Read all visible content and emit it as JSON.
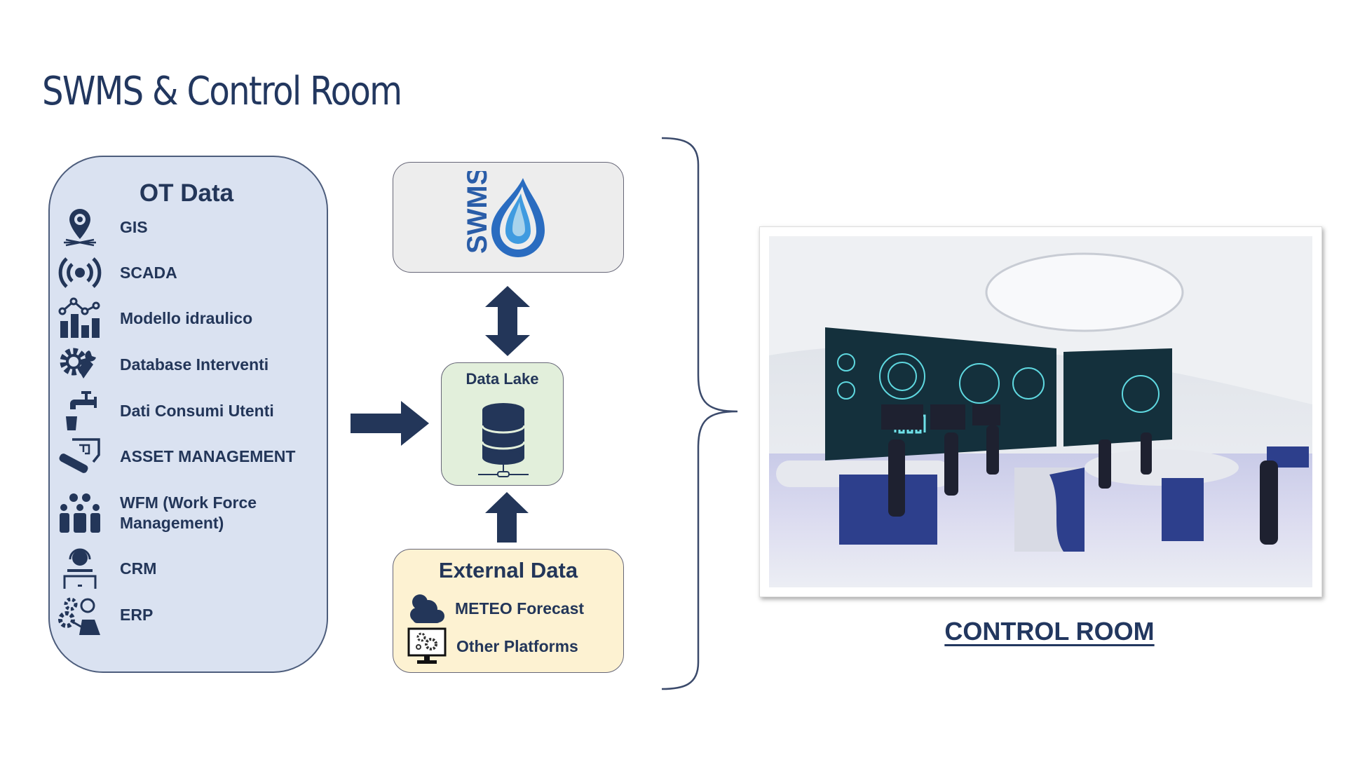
{
  "title": "SWMS & Control Room",
  "ot_data": {
    "title": "OT Data",
    "items": [
      {
        "label": "GIS",
        "icon": "map-pin-icon"
      },
      {
        "label": "SCADA",
        "icon": "signal-broadcast-icon"
      },
      {
        "label": "Modello idraulico",
        "icon": "bar-chart-icon"
      },
      {
        "label": "Database Interventi",
        "icon": "gear-wrench-icon"
      },
      {
        "label": "Dati Consumi Utenti",
        "icon": "water-tap-icon"
      },
      {
        "label": "ASSET MANAGEMENT",
        "icon": "pipe-blueprint-icon"
      },
      {
        "label": "WFM (Work Force Management)",
        "icon": "team-icon"
      },
      {
        "label": "CRM",
        "icon": "headset-operator-icon"
      },
      {
        "label": "ERP",
        "icon": "gears-worker-icon"
      }
    ]
  },
  "swms": {
    "logo_text": "SWMS"
  },
  "data_lake": {
    "title": "Data Lake",
    "icon": "database-icon"
  },
  "external_data": {
    "title": "External Data",
    "items": [
      {
        "label": "METEO Forecast",
        "icon": "cloud-icon"
      },
      {
        "label": "Other Platforms",
        "icon": "monitor-gears-icon"
      }
    ]
  },
  "control_room": {
    "label": "CONTROL ROOM"
  },
  "colors": {
    "navy": "#233659",
    "ot_bg": "#dae2f1",
    "lake_bg": "#e2efdb",
    "ext_bg": "#fdf2d2",
    "swms_bg": "#ededed"
  }
}
